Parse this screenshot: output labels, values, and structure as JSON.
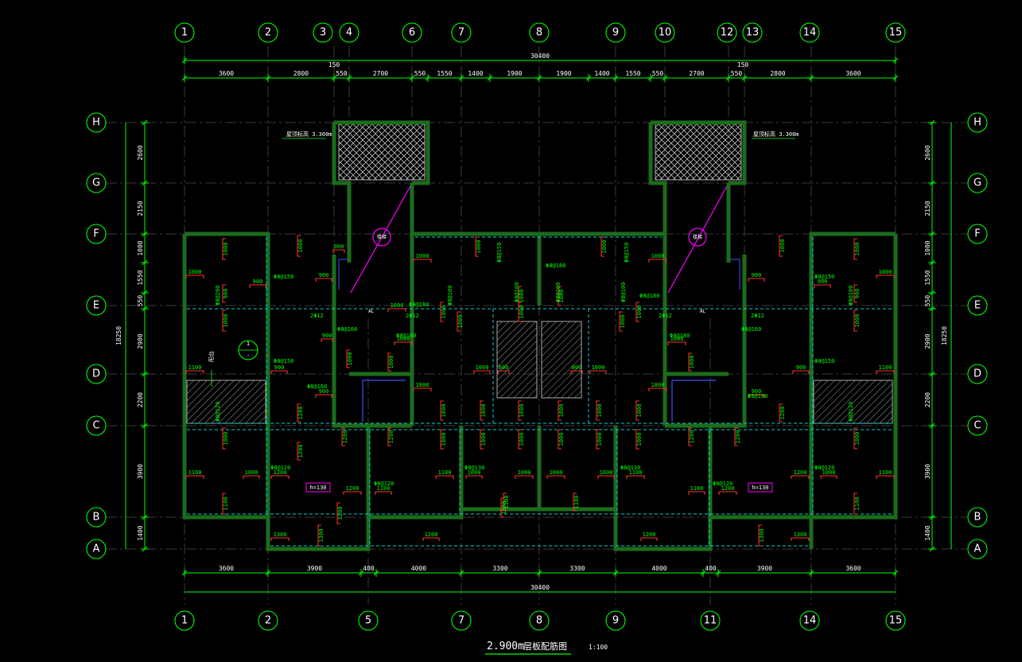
{
  "grid_top": [
    "1",
    "2",
    "3",
    "4",
    "6",
    "7",
    "8",
    "9",
    "10",
    "12",
    "13",
    "14",
    "15"
  ],
  "grid_bottom": [
    "1",
    "2",
    "5",
    "7",
    "8",
    "9",
    "11",
    "14",
    "15"
  ],
  "grid_rows": [
    "H",
    "G",
    "F",
    "E",
    "D",
    "C",
    "B",
    "A"
  ],
  "dims_top_overall": "30400",
  "dims_top": [
    "3600",
    "2800",
    "550",
    "2700",
    "550",
    "1550",
    "1400",
    "1900",
    "1900",
    "1400",
    "1550",
    "550",
    "2700",
    "550",
    "2800",
    "3600"
  ],
  "dims_top_small": [
    "150",
    "150"
  ],
  "dims_bottom": [
    "3600",
    "3900",
    "400",
    "4000",
    "3300",
    "3300",
    "4000",
    "400",
    "3900",
    "3600"
  ],
  "dims_bottom_overall": "30400",
  "dims_left": [
    "2600",
    "2150",
    "1000",
    "1550",
    "550",
    "2900",
    "2200",
    "3900",
    "1400"
  ],
  "dims_left_overall": "18250",
  "dims_right": [
    "2600",
    "2150",
    "1000",
    "1550",
    "550",
    "2900",
    "2200",
    "3900",
    "1400"
  ],
  "dims_right_overall": "18250",
  "labels": {
    "elev_left": "屋顶标高 3.300m",
    "elev_right": "屋顶标高 3.300m",
    "stair_left": "楼梯",
    "stair_right": "楼梯",
    "balcony": "阳台",
    "slab_thk_left": "h=130",
    "slab_thk_right": "h=130",
    "detail_num": "1",
    "detail_sheet": "-",
    "beam_al": "AL",
    "beam_al2": "AL"
  },
  "rebar_specs": [
    "Φ8@150",
    "Φ8@200",
    "Φ8@100",
    "Φ8@120",
    "Φ8@130",
    "Φ8@160",
    "Φ8@180",
    "2Φ12"
  ],
  "rebar_lengths": [
    "1000",
    "900",
    "1100",
    "1200",
    "1300",
    "1800",
    "1600",
    "600",
    "800"
  ],
  "title": {
    "elev": "2.900m",
    "name": "层板配筋图",
    "scale": "1:100"
  },
  "colors": {
    "background": "#000000",
    "grid_bubble": "#00ff00",
    "wall": "#1b6d1b",
    "rebar": "#ff3030",
    "slab_edge": "#00d0d0",
    "annotation": "#ff00ff"
  }
}
